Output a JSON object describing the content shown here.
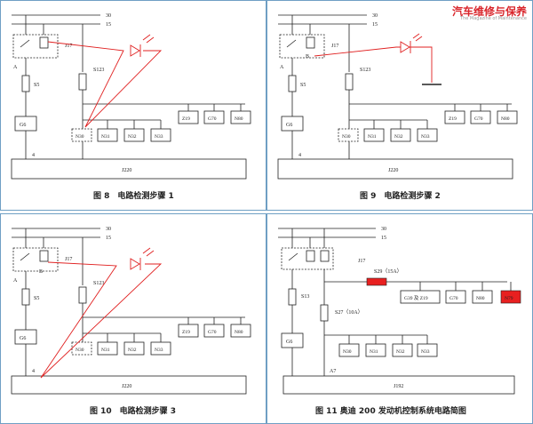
{
  "watermark": {
    "brand": "汽车维修与保养",
    "sub": "The Magazine of Maintenance"
  },
  "colors": {
    "red_path": "#e02020",
    "panel_border": "#6f9fc4",
    "fuse_fill": "#e82020"
  },
  "panels": [
    {
      "caption": "图 8　电路检测步骤 1",
      "rail_top": "30",
      "rail_bottom": "15",
      "relay": "J17",
      "point_a": "A",
      "point_b": "",
      "switch_left": "S5",
      "fuse_right": "S123",
      "g": "G6",
      "dashed": "N30",
      "loads_bottom": [
        "N31",
        "N32",
        "N33"
      ],
      "loads_top": [
        "Z19",
        "G70",
        "N80"
      ],
      "wire_no": "4",
      "ecu": "J220",
      "icons": [
        "diode-icon",
        "light-ray-icon"
      ]
    },
    {
      "caption": "图 9　电路检测步骤 2",
      "rail_top": "30",
      "rail_bottom": "15",
      "relay": "J17",
      "point_a": "A",
      "point_b": "B",
      "switch_left": "S5",
      "fuse_right": "S123",
      "g": "G6",
      "dashed": "N30",
      "loads_bottom": [
        "N31",
        "N32",
        "N33"
      ],
      "loads_top": [
        "Z19",
        "G70",
        "N80"
      ],
      "wire_no": "4",
      "ecu": "J220",
      "icons": [
        "diode-icon",
        "ground-icon"
      ]
    },
    {
      "caption": "图 10　电路检测步骤 3",
      "rail_top": "30",
      "rail_bottom": "15",
      "relay": "J17",
      "point_a": "A",
      "point_b": "B",
      "switch_left": "S5",
      "fuse_right": "S123",
      "g": "G6",
      "dashed": "N30",
      "loads_bottom": [
        "N31",
        "N32",
        "N33"
      ],
      "loads_top": [
        "Z19",
        "G70",
        "N80"
      ],
      "wire_no": "4",
      "ecu": "J220",
      "icons": [
        "diode-icon",
        "light-ray-icon"
      ]
    },
    {
      "caption": "图 11 奥迪 200 发动机控制系统电路简图",
      "rail_top": "30",
      "rail_bottom": "15",
      "relay": "J17",
      "fuse_left": "S13",
      "fuse_red": "S29（15A）",
      "fuse_mid": "S27（10A）",
      "g": "G6",
      "loads_top": [
        "G39 及 Z19",
        "G70",
        "N80",
        "N79"
      ],
      "loads_bottom": [
        "N30",
        "N31",
        "N32",
        "N33"
      ],
      "wire_no": "A7",
      "ecu": "J192"
    }
  ]
}
